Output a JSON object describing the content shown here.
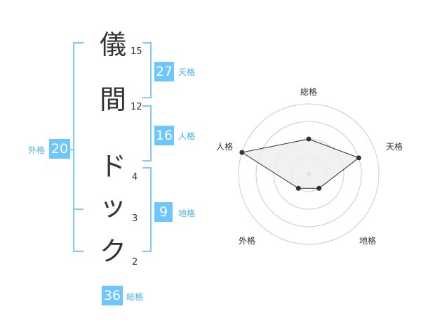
{
  "name": {
    "chars": [
      {
        "char": "儀",
        "strokes": "15"
      },
      {
        "char": "間",
        "strokes": "12"
      },
      {
        "char": "ド",
        "strokes": "4"
      },
      {
        "char": "ッ",
        "strokes": "3"
      },
      {
        "char": "ク",
        "strokes": "2"
      }
    ]
  },
  "kakusu": {
    "tenkaku": {
      "value": "27",
      "label": "天格"
    },
    "jinkaku": {
      "value": "16",
      "label": "人格"
    },
    "chikaku": {
      "value": "9",
      "label": "地格"
    },
    "gaikaku": {
      "value": "20",
      "label": "外格"
    },
    "soukaku": {
      "value": "36",
      "label": "総格"
    }
  },
  "radar": {
    "axes": [
      "総格",
      "天格",
      "地格",
      "外格",
      "人格"
    ],
    "levels": 4,
    "values": [
      2,
      3,
      1,
      1,
      4
    ],
    "max": 4,
    "colors": {
      "ring": "#cccccc",
      "fill": "#eeeeee",
      "line": "#333333",
      "point": "#333333",
      "center": "#bbbbbb"
    }
  }
}
